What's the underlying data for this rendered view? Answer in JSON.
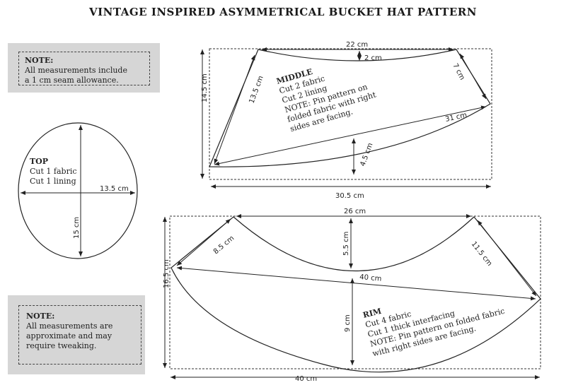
{
  "title": "VINTAGE INSPIRED ASYMMETRICAL BUCKET HAT PATTERN",
  "note_top": {
    "heading": "NOTE:",
    "line1": "All measurements include",
    "line2": "a 1 cm seam allowance."
  },
  "note_bottom": {
    "heading": "NOTE:",
    "line1": "All measurements are",
    "line2": "approximate and may",
    "line3": "require tweaking."
  },
  "top_piece": {
    "heading": "TOP",
    "line1": "Cut 1 fabric",
    "line2": "Cut 1 lining",
    "width": "13.5 cm",
    "height": "15 cm"
  },
  "middle_piece": {
    "heading": "MIDDLE",
    "line1": "Cut 2 fabric",
    "line2": "Cut 2 lining",
    "line3": "NOTE: Pin pattern on",
    "line4": "folded fabric with right",
    "line5": "sides are facing.",
    "top_width": "22 cm",
    "top_curve": "2 cm",
    "right_side": "7 cm",
    "left_side": "13.5 cm",
    "long_edge": "31 cm",
    "bottom_curve": "4.5 cm",
    "box_height": "14.5 cm",
    "box_width": "30.5 cm"
  },
  "rim_piece": {
    "heading": "RIM",
    "line1": "Cut 4 fabric",
    "line2": "Cut 1 thick interfacing",
    "line3": "NOTE: Pin pattern on folded fabric",
    "line4": "with right sides are facing.",
    "top_width": "26 cm",
    "left_side": "8.5 cm",
    "right_side": "11.5 cm",
    "inner_depth": "5.5 cm",
    "long_edge": "40 cm",
    "outer_depth": "9 cm",
    "box_height": "16.5 cm",
    "box_width": "40 cm"
  }
}
